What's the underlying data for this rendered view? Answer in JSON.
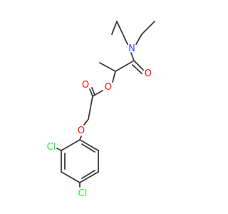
{
  "molecule": {
    "atoms": {
      "nitrogen": {
        "text": "N",
        "color": "#3050f8"
      },
      "carbonyl_oxygen_amide": {
        "text": "O",
        "color": "#ff0d0d"
      },
      "ester_oxygen": {
        "text": "O",
        "color": "#ff0d0d"
      },
      "carbonyl_oxygen_ester": {
        "text": "O",
        "color": "#ff0d0d"
      },
      "ether_oxygen": {
        "text": "O",
        "color": "#ff0d0d"
      },
      "chlorine_ortho": {
        "text": "Cl",
        "color": "#1ff01f"
      },
      "chlorine_para": {
        "text": "Cl",
        "color": "#1ff01f"
      }
    },
    "bond_color": "#3a3a3a",
    "background": "#ffffff"
  }
}
